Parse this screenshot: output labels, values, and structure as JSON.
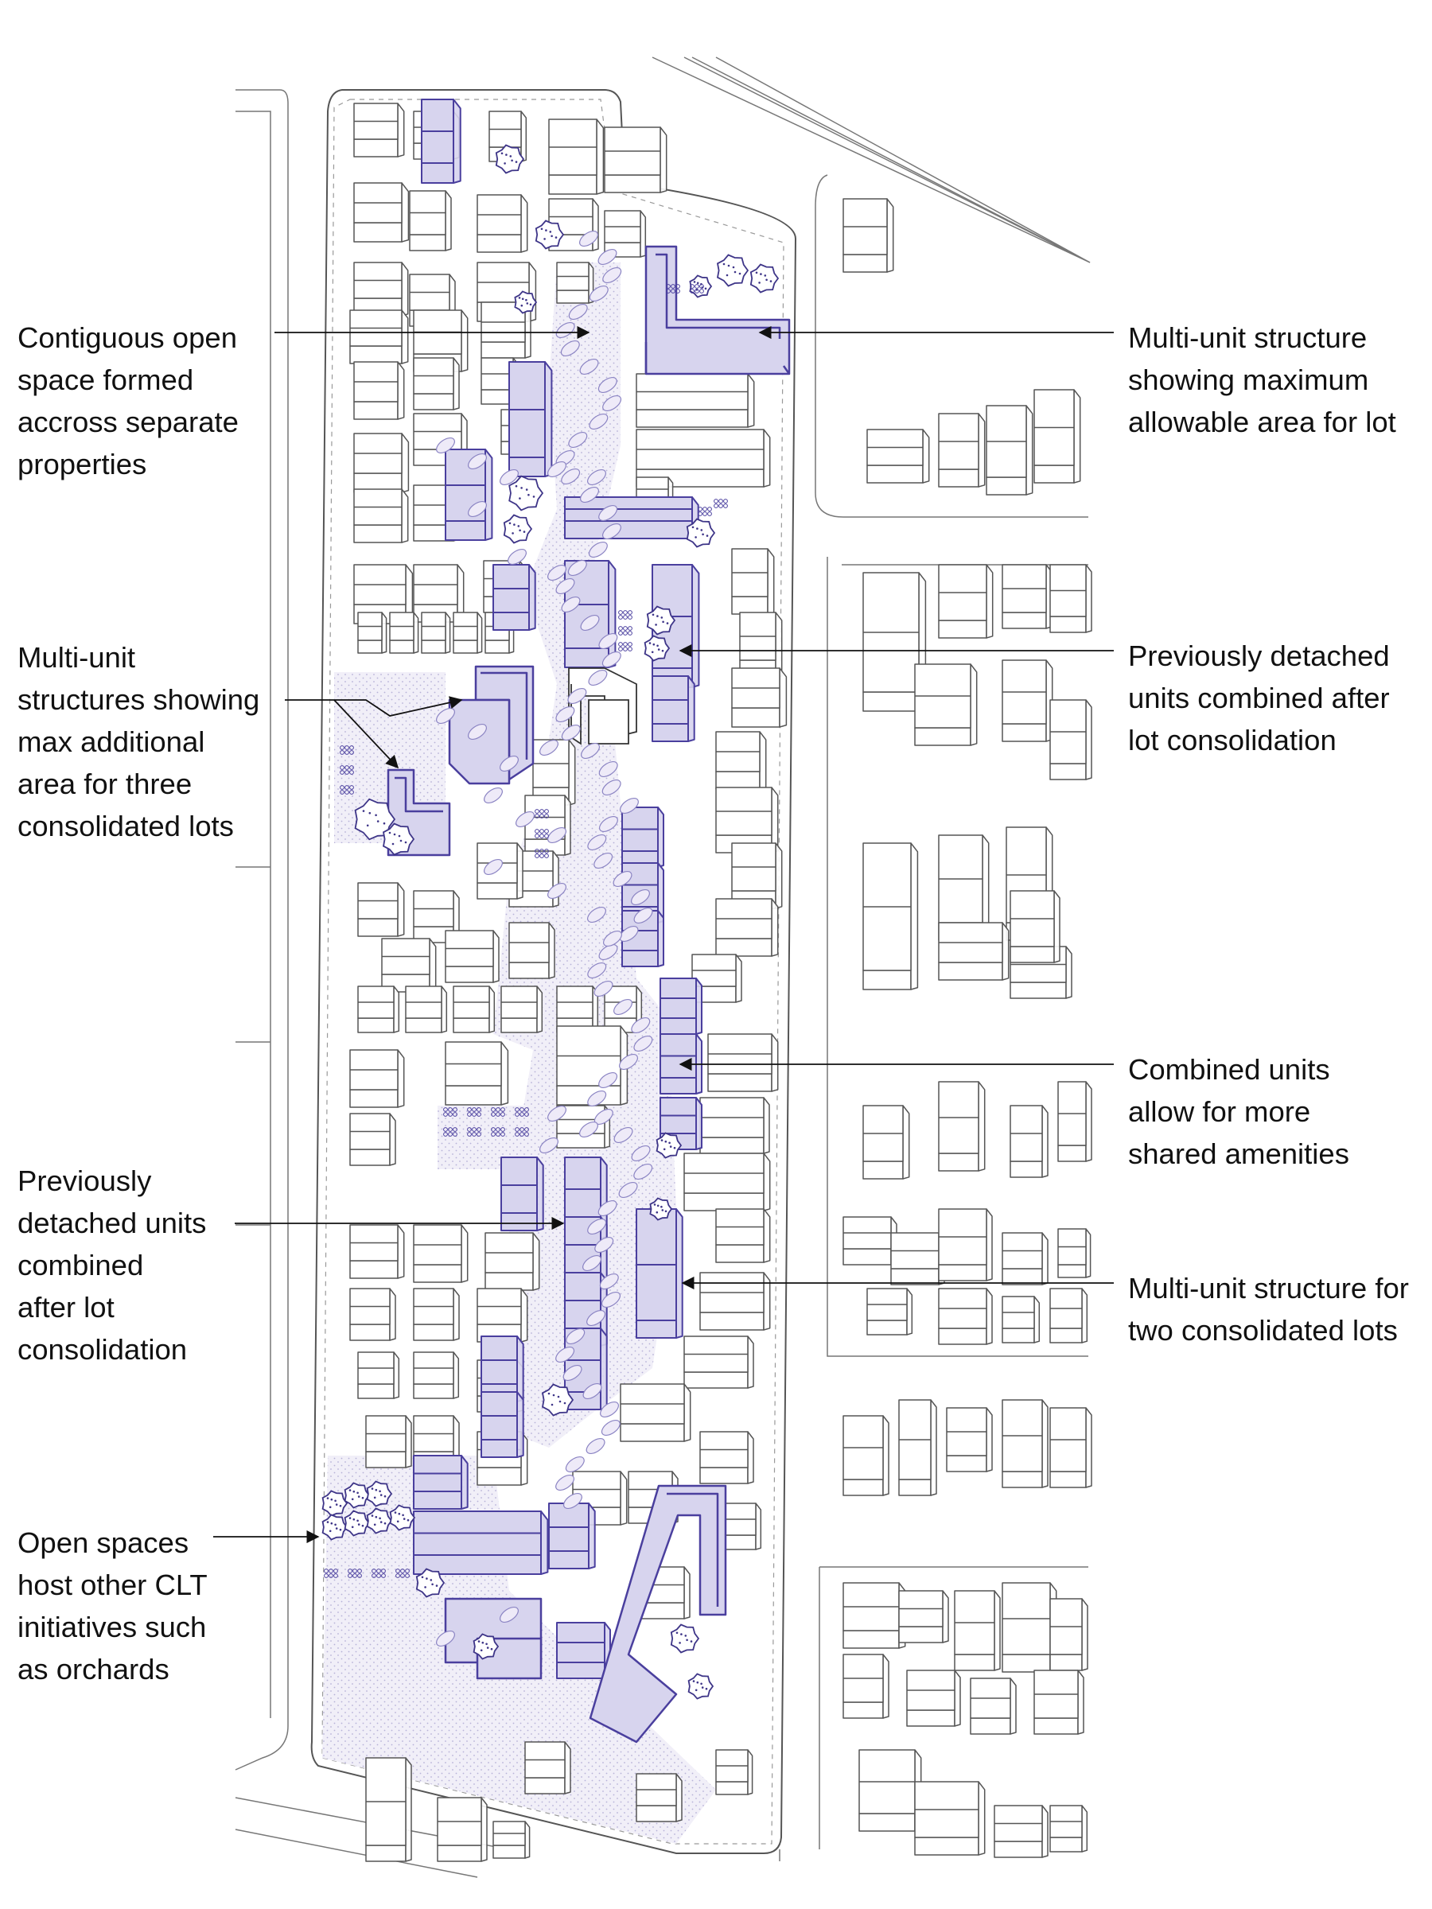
{
  "colors": {
    "highlight_fill": "#d7d4ee",
    "highlight_stroke": "#4a3f9e",
    "open_space": "#ece9f6",
    "linework": "#6e6e6e",
    "text": "#111111"
  },
  "annotations": {
    "contiguous_open_space": "Contiguous open\nspace formed\naccross separate\nproperties",
    "multi_unit_max_area": "Multi-unit structure\nshowing maximum\nallowable area for lot",
    "three_consolidated": "Multi-unit\nstructures showing\nmax additional\narea for three\nconsolidated lots",
    "detached_combined_right": "Previously detached\nunits combined after\nlot consolidation",
    "shared_amenities": "Combined units\nallow for more\nshared amenities",
    "detached_combined_left": "Previously\ndetached units\ncombined\nafter lot\nconsolidation",
    "two_consolidated": "Multi-unit structure for\ntwo consolidated lots",
    "orchards": "Open spaces\nhost other CLT\ninitiatives such\nas orchards"
  },
  "icons": {
    "tree": "tree-icon",
    "shrub": "shrub-icon",
    "planter": "planter-icon",
    "arrow": "arrowhead-icon"
  }
}
